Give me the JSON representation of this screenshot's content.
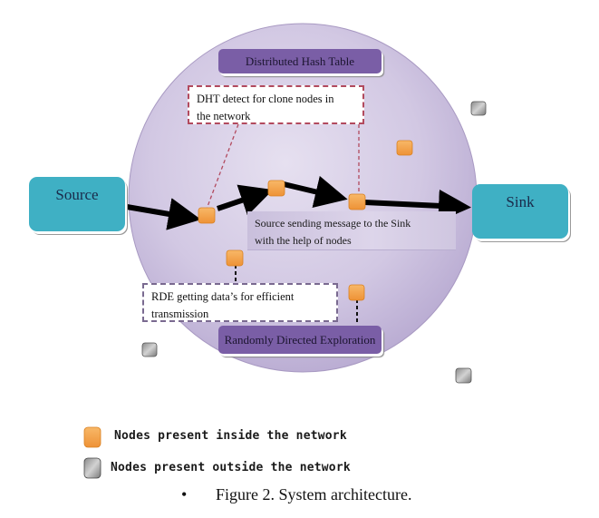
{
  "diagram": {
    "endpoints": {
      "source": "Source",
      "sink": "Sink"
    },
    "network_labels": {
      "dht": "Distributed Hash Table",
      "rde": "Randomly Directed Exploration"
    },
    "notes": {
      "dht_detect": [
        "DHT detect for clone nodes in",
        "the network"
      ],
      "source_sending": [
        "Source sending message to the Sink",
        "with the help of nodes"
      ],
      "rde_getting": [
        "RDE getting data’s for efficient",
        "transmission"
      ]
    },
    "legend": {
      "inside": "Nodes present inside the network",
      "outside": "Nodes present outside the network"
    },
    "caption": {
      "bullet": "•",
      "text": "Figure 2. System architecture."
    },
    "colors": {
      "network_fill": "#cbc1df",
      "endpoint": "#3fb0c4",
      "label_bar": "#7a5ea6",
      "inside_node": "#f2a24a",
      "outside_node": "#a8a8a8",
      "dht_dash": "#b24a5e",
      "rde_dash": "#7a6a90"
    }
  }
}
